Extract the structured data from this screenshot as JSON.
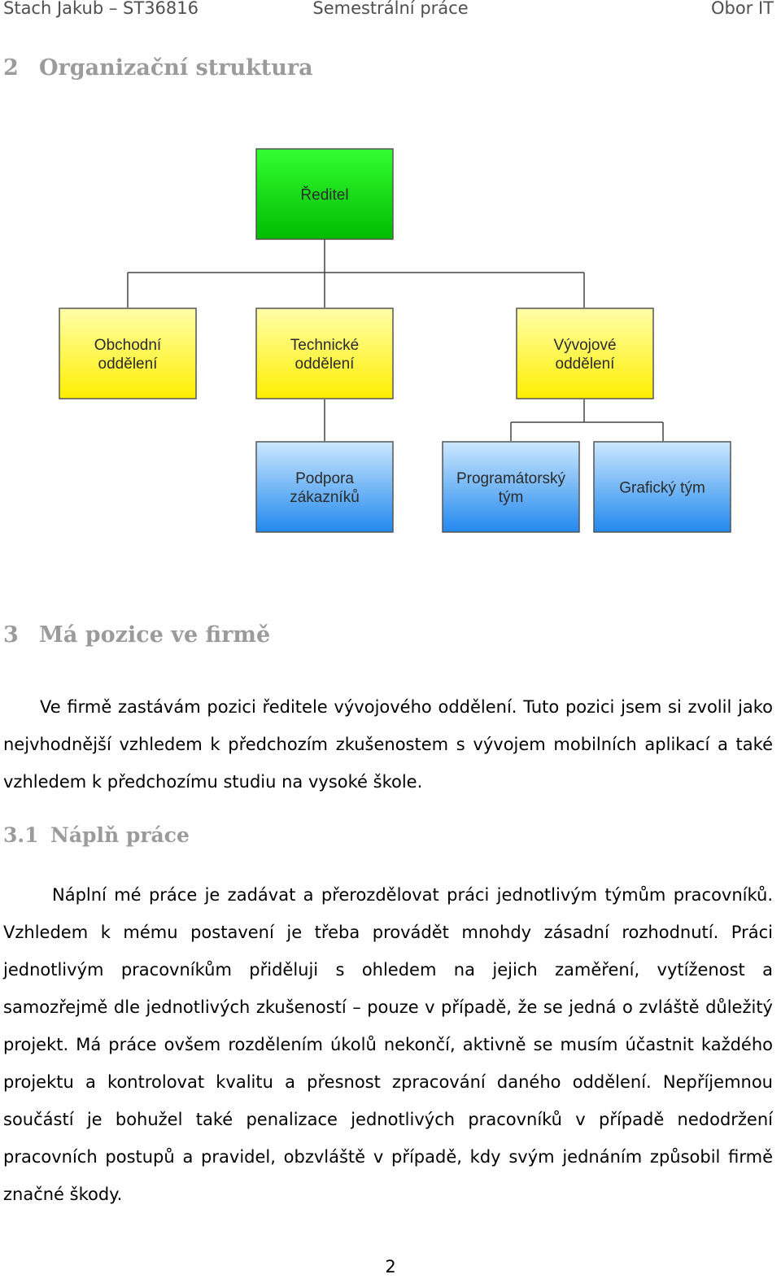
{
  "header": {
    "left": "Stach Jakub – ST36816",
    "center": "Semestrální práce",
    "right": "Obor IT"
  },
  "section2": {
    "number": "2",
    "title": "Organizační struktura"
  },
  "orgchart": {
    "director": {
      "lines": [
        "Ředitel"
      ]
    },
    "departments": [
      {
        "lines": [
          "Obchodní",
          "oddělení"
        ]
      },
      {
        "lines": [
          "Technické",
          "oddělení"
        ]
      },
      {
        "lines": [
          "Vývojové",
          "oddělení"
        ]
      }
    ],
    "teams": [
      {
        "lines": [
          "Podpora",
          "zákazníků"
        ]
      },
      {
        "lines": [
          "Programátorský",
          "tým"
        ]
      },
      {
        "lines": [
          "Grafický tým"
        ]
      }
    ],
    "colors": {
      "director": [
        "#33ff33",
        "#00bb00"
      ],
      "department": [
        "#ffffaa",
        "#ffee00"
      ],
      "team": [
        "#cce8ff",
        "#2288ee"
      ],
      "border": "#555555",
      "line": "#444444"
    }
  },
  "section3": {
    "number": "3",
    "title": "Má pozice ve firmě",
    "paragraph": "Ve firmě zastávám pozici ředitele vývojového oddělení. Tuto pozici jsem si zvolil jako nejvhodnější vzhledem k předchozím zkušenostem s vývojem mobilních aplikací a také vzhledem k předchozímu studiu na vysoké škole."
  },
  "section31": {
    "number": "3.1",
    "title": "Náplň práce",
    "paragraph": "Náplní mé práce je zadávat a přerozdělovat práci jednotlivým týmům pracovníků. Vzhledem k mému postavení je třeba provádět mnohdy zásadní rozhodnutí. Práci jednotlivým pracovníkům přiděluji s ohledem na jejich zaměření, vytíženost a samozřejmě dle jednotlivých zkušeností – pouze v případě, že se jedná o zvláště důležitý projekt. Má práce ovšem rozdělením úkolů nekončí, aktivně se musím účastnit každého projektu a kontrolovat kvalitu a přesnost zpracování daného oddělení. Nepříjemnou součástí je bohužel také penalizace jednotlivých pracovníků v případě nedodržení pracovních postupů a pravidel, obzvláště v případě, kdy svým jednáním způsobil firmě značné škody."
  },
  "page_number": "2"
}
